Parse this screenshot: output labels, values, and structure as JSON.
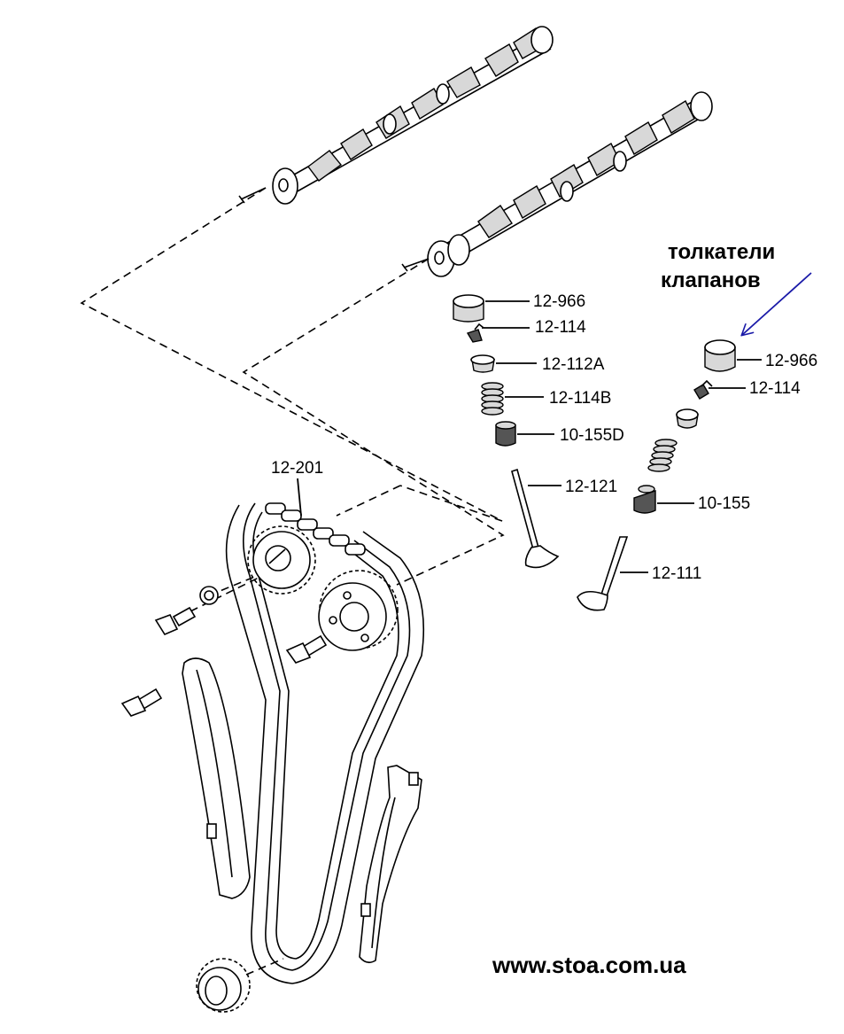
{
  "annotation": {
    "line1": "толкатели",
    "line2": "клапанов",
    "arrow_color": "#1a1aa8"
  },
  "parts": {
    "p12_966_a": "12-966",
    "p12_114_a": "12-114",
    "p12_112A": "12-112A",
    "p12_114B": "12-114B",
    "p10_155D": "10-155D",
    "p12_121": "12-121",
    "p12_966_b": "12-966",
    "p12_114_b": "12-114",
    "p10_155": "10-155",
    "p12_111": "12-111",
    "p12_201": "12-201"
  },
  "website": "www.stoa.com.ua"
}
